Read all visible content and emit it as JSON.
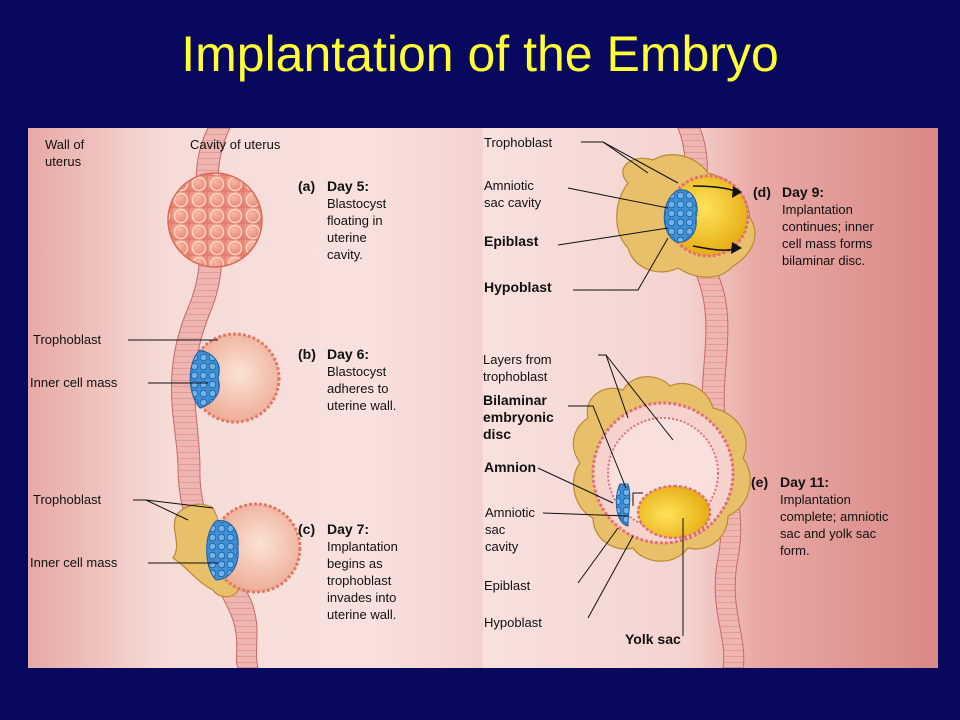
{
  "title": "Implantation of the Embryo",
  "labels": {
    "wall_of_uterus": "Wall of\nuterus",
    "cavity_of_uterus": "Cavity of uterus",
    "b_trophoblast": "Trophoblast",
    "b_inner_cell_mass": "Inner cell mass",
    "c_trophoblast": "Trophoblast",
    "c_inner_cell_mass": "Inner cell mass",
    "d_trophoblast": "Trophoblast",
    "d_amniotic_sac_cavity": "Amniotic\nsac cavity",
    "d_epiblast": "Epiblast",
    "d_hypoblast": "Hypoblast",
    "e_layers": "Layers from\ntrophoblast",
    "e_bilaminar": "Bilaminar\nembryonic\ndisc",
    "e_amnion": "Amnion",
    "e_amniotic_sac_cavity": "Amniotic\nsac\ncavity",
    "e_epiblast": "Epiblast",
    "e_hypoblast": "Hypoblast",
    "e_yolk_sac": "Yolk sac"
  },
  "stages": {
    "a": {
      "tag": "(a)",
      "day": "Day 5:",
      "text": "Blastocyst\nfloating in\nuterine\ncavity."
    },
    "b": {
      "tag": "(b)",
      "day": "Day 6:",
      "text": "Blastocyst\nadheres to\nuterine wall."
    },
    "c": {
      "tag": "(c)",
      "day": "Day 7:",
      "text": "Implantation\nbegins as\ntrophoblast\ninvades into\nuterine wall."
    },
    "d": {
      "tag": "(d)",
      "day": "Day 9:",
      "text": "Implantation\ncontinues; inner\ncell mass forms\nbilaminar disc."
    },
    "e": {
      "tag": "(e)",
      "day": "Day 11:",
      "text": "Implantation\ncomplete; amniotic\nsac and yolk sac\nform."
    }
  },
  "colors": {
    "background": "#08085e",
    "title": "#ffff33",
    "uterine_wall": "#e8aaa6",
    "cavity": "#f5d6d2",
    "trophoblast": "#e9c06a",
    "inner_cell_mass": "#3d8fd6",
    "blastocyst": "#f2a890",
    "yolk": "#f1c21a"
  }
}
